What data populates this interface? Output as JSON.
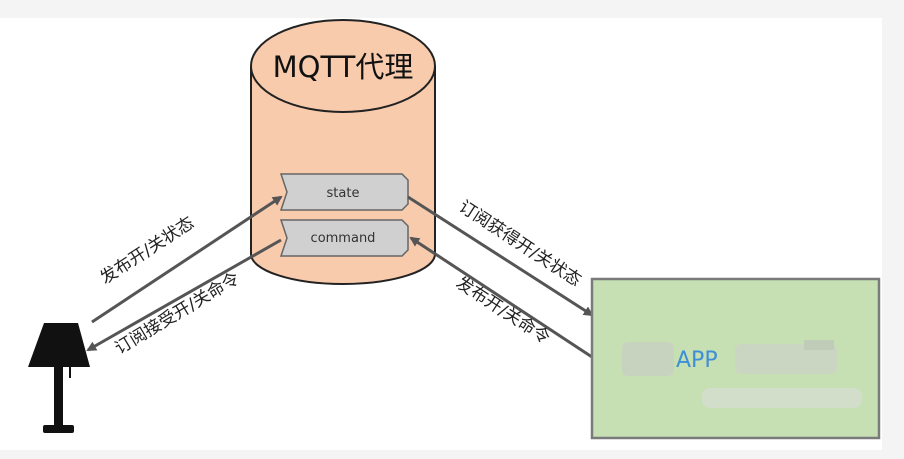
{
  "broker": {
    "title": "MQTT代理",
    "fill_color": "#f8cbad",
    "topics": [
      {
        "label": "state"
      },
      {
        "label": "command"
      }
    ]
  },
  "arrows": {
    "lamp_publish": "发布开/关状态",
    "lamp_subscribe": "订阅接受开/关命令",
    "app_subscribe": "订阅获得开/关状态",
    "app_publish": "发布开/关命令"
  },
  "app": {
    "label": "APP",
    "fill_color": "#c6e0b4",
    "label_color": "#3d8fd6"
  },
  "lamp": {
    "icon": "lamp-icon"
  }
}
